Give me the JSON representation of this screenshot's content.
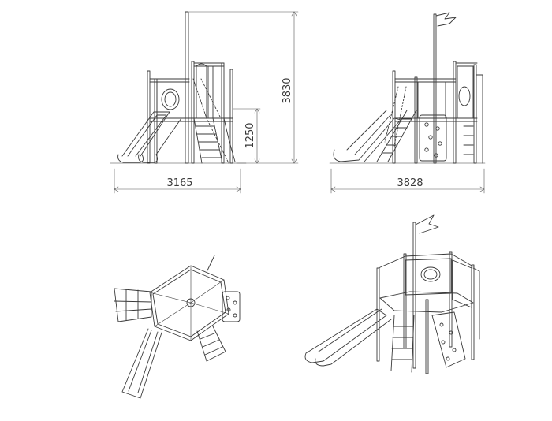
{
  "drawing": {
    "line_color": "#3a3a3a",
    "dimension_color": "#555555",
    "background": "#ffffff"
  },
  "views": {
    "front": {
      "width_dim": "3165",
      "height_dim": "3830",
      "platform_dim": "1250"
    },
    "side": {
      "width_dim": "3828"
    }
  }
}
